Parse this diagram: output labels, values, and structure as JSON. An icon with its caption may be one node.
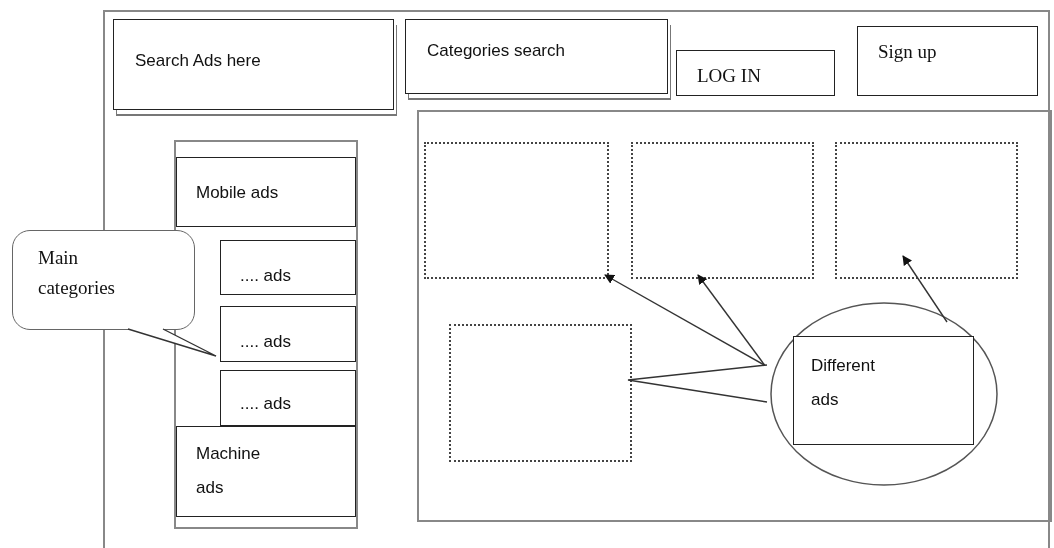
{
  "diagram": {
    "nodes": [
      {
        "text": [],
        "shape": "box"
      },
      {
        "text": [
          "Search Ads here"
        ],
        "in": 0
      },
      {
        "text": [
          "Categories search"
        ],
        "in": 0
      },
      {
        "text": [
          "LOG IN"
        ],
        "in": 0
      },
      {
        "text": [
          "Sign up"
        ],
        "in": 0
      },
      {
        "text": [],
        "shape": "box",
        "in": 0
      },
      {
        "text": [
          "Mobile ads"
        ],
        "in": 5
      },
      {
        "text": [
          ".... ads"
        ],
        "in": 5
      },
      {
        "text": [
          ".... ads"
        ],
        "in": 5
      },
      {
        "text": [
          ".... ads"
        ],
        "in": 5
      },
      {
        "text": [
          "Machine ads"
        ],
        "in": 5
      },
      {
        "text": [],
        "shape": "box",
        "in": 0
      },
      {
        "text": [],
        "shape": "box",
        "in": 11
      },
      {
        "text": [],
        "shape": "box",
        "in": 11
      },
      {
        "text": [],
        "shape": "box",
        "in": 11
      },
      {
        "text": [],
        "shape": "box",
        "in": 11
      },
      {
        "text": [
          "Main categories"
        ]
      },
      {
        "text": [
          "Different ads"
        ],
        "in": 11
      }
    ],
    "edges": [
      {
        "from": 16,
        "to": 8,
        "arrow": "none"
      },
      {
        "from": 17,
        "to": 12,
        "arrow": "to"
      },
      {
        "from": 17,
        "to": 13,
        "arrow": "to"
      },
      {
        "from": 17,
        "to": 14,
        "arrow": "to"
      },
      {
        "from": 17,
        "to": 15,
        "arrow": "none"
      }
    ]
  }
}
